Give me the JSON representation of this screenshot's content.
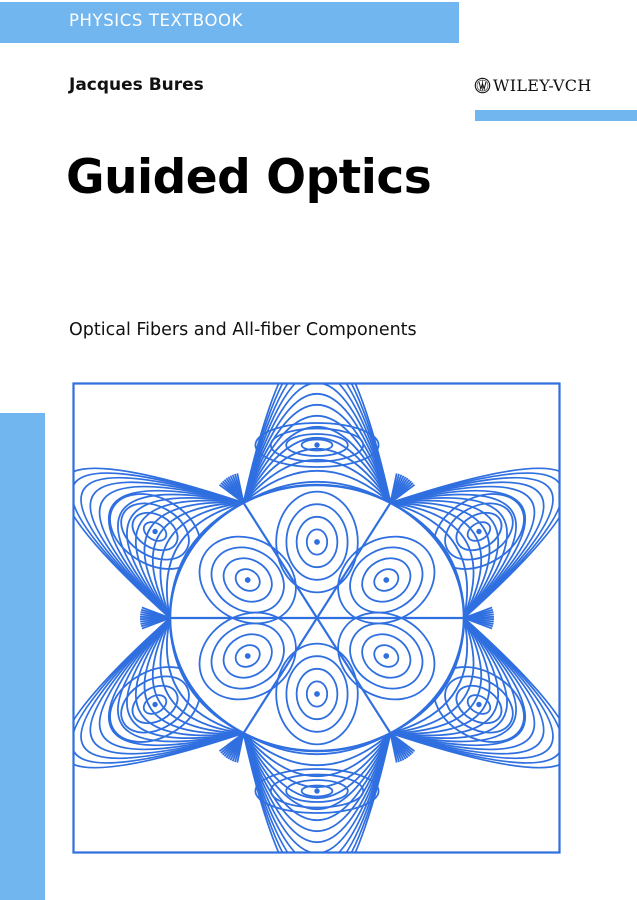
{
  "cover": {
    "series_label": "PHYSICS TEXTBOOK",
    "author": "Jacques Bures",
    "publisher": "WILEY-VCH",
    "publisher_logo_icon": "wiley-logo-icon",
    "title": "Guided Optics",
    "subtitle": "Optical Fibers and All-fiber Components",
    "figure_description": "Contour plot of field lines of a six-lobed fiber mode in a circular core"
  },
  "colors": {
    "accent_blue": "#72b6f0",
    "figure_line_blue": "#2f6fe0",
    "text": "#111111",
    "background": "#ffffff"
  }
}
